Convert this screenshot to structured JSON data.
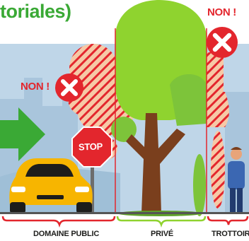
{
  "title_fragment": "toriales)",
  "warnings": {
    "left": "NON !",
    "right": "NON !"
  },
  "sign_text": "STOP",
  "zones": {
    "public": "DOMAINE PUBLIC",
    "private": "PRIVÉ",
    "sidewalk": "TROTTOIR"
  },
  "colors": {
    "green": "#3aa935",
    "red": "#e3262d",
    "sky": "#bfd6e8",
    "tree_green": "#8fd32f",
    "trunk": "#7a3f1d",
    "car": "#f7b500",
    "text_dark": "#1d1d1b"
  },
  "icons": [
    "arrow-right-icon",
    "close-x-icon",
    "stop-sign-icon",
    "car-icon",
    "person-icon",
    "tree-icon"
  ]
}
